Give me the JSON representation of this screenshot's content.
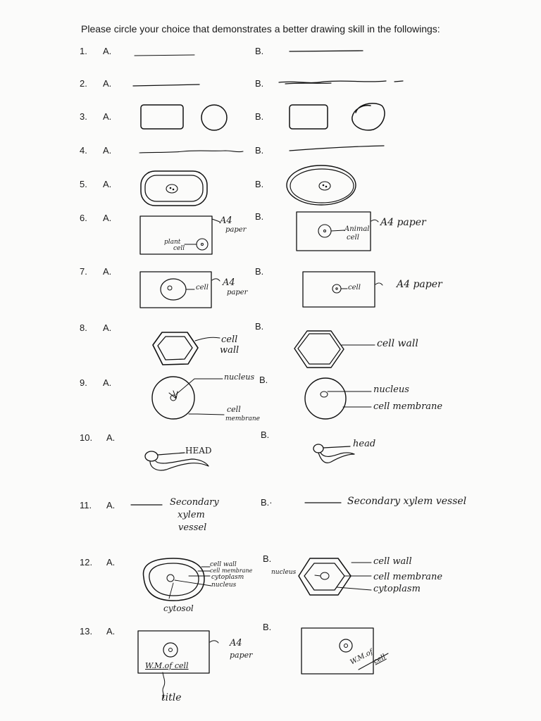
{
  "instruction": "Please circle your choice that demonstrates a better drawing skill in the followings:",
  "questions": [
    {
      "number": "1.",
      "a": "A.",
      "b": "B."
    },
    {
      "number": "2.",
      "a": "A.",
      "b": "B."
    },
    {
      "number": "3.",
      "a": "A.",
      "b": "B."
    },
    {
      "number": "4.",
      "a": "A.",
      "b": "B."
    },
    {
      "number": "5.",
      "a": "A.",
      "b": "B."
    },
    {
      "number": "6.",
      "a": "A.",
      "b": "B."
    },
    {
      "number": "7.",
      "a": "A.",
      "b": "B."
    },
    {
      "number": "8.",
      "a": "A.",
      "b": "B."
    },
    {
      "number": "9.",
      "a": "A.",
      "b": "B."
    },
    {
      "number": "10.",
      "a": "A.",
      "b": "B."
    },
    {
      "number": "11.",
      "a": "A.",
      "b": "B.·"
    },
    {
      "number": "12.",
      "a": "A.",
      "b": "B."
    },
    {
      "number": "13.",
      "a": "A.",
      "b": "B."
    }
  ],
  "labels": {
    "q6a_paper": "A4",
    "q6a_paper2": "paper",
    "q6a_cell": "plant",
    "q6a_cell2": "cell",
    "q6b_paper": "A4 paper",
    "q6b_cell": "Animal",
    "q6b_cell2": "cell",
    "q7a_cell": "cell",
    "q7a_paper": "A4",
    "q7a_paper2": "paper",
    "q7b_cell": "cell",
    "q7b_paper": "A4 paper",
    "q8a_wall": "cell",
    "q8a_wall2": "wall",
    "q8b_wall": "cell wall",
    "q9a_nucleus": "nucleus",
    "q9a_membrane": "cell",
    "q9a_membrane2": "membrane",
    "q9b_nucleus": "nucleus",
    "q9b_membrane": "cell membrane",
    "q10a_head": "HEAD",
    "q10b_head": "head",
    "q11a_1": "Secondary",
    "q11a_2": "xylem",
    "q11a_3": "vessel",
    "q11b": "Secondary xylem vessel",
    "q12a_wall": "cell wall",
    "q12a_membrane": "cell membrane",
    "q12a_cytoplasm": "cytoplasm",
    "q12a_nucleus": "nucleus",
    "q12a_cytosol": "cytosol",
    "q12b_nucleus": "nucleus",
    "q12b_wall": "cell wall",
    "q12b_membrane": "cell membrane",
    "q12b_cytoplasm": "cytoplasm",
    "q13a_paper": "A4",
    "q13a_paper2": "paper",
    "q13a_wm": "W.M.of cell",
    "q13a_title": "title",
    "q13b_wm": "W.M.of",
    "q13b_wm2": "cell"
  }
}
